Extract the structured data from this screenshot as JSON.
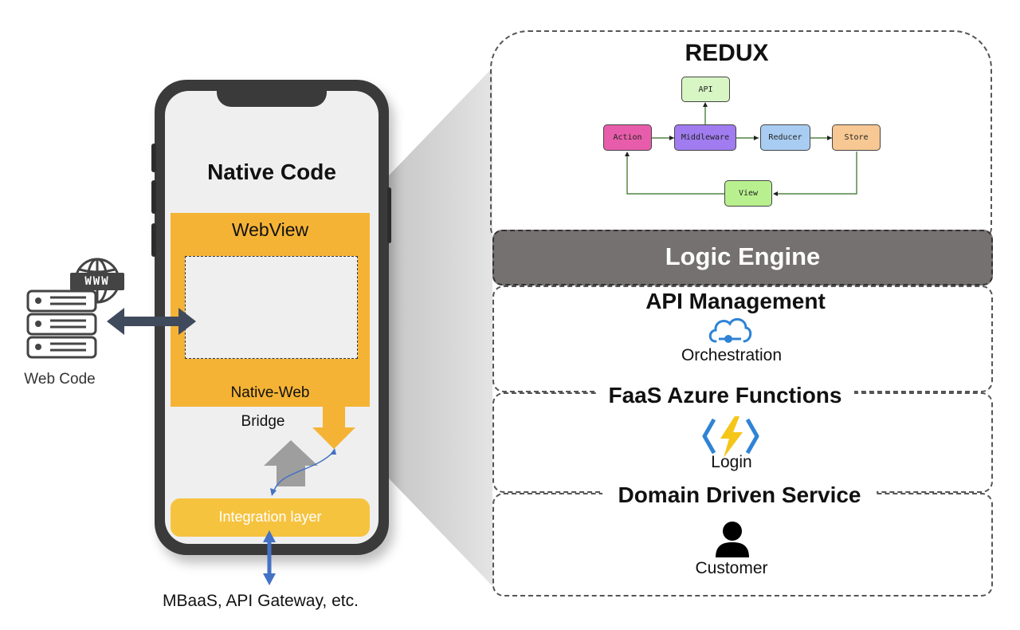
{
  "phone": {
    "native_code_label": "Native Code",
    "webview_label": "WebView",
    "native_web_label": "Native-Web",
    "bridge_label": "Bridge",
    "integration_label": "Integration layer",
    "bottom_label": "MBaaS, API Gateway, etc."
  },
  "web_code": {
    "label": "Web Code",
    "badge": "WWW"
  },
  "redux": {
    "title": "REDUX",
    "nodes": {
      "api": "API",
      "action": "Action",
      "middleware": "Middleware",
      "reducer": "Reducer",
      "store": "Store",
      "view": "View"
    },
    "colors": {
      "api": "#d8f5c4",
      "action": "#e85dab",
      "middleware": "#a07cf0",
      "reducer": "#a9cdf2",
      "store": "#f7c893",
      "view": "#b9f08f"
    }
  },
  "layers": {
    "logic_engine": "Logic Engine",
    "api_management": "API Management",
    "orchestration": "Orchestration",
    "faas": "FaaS Azure Functions",
    "login": "Login",
    "domain": "Domain Driven Service",
    "customer": "Customer"
  },
  "colors": {
    "webview_orange": "#f5b335",
    "integration_yellow": "#f6c33f",
    "logic_engine_gray": "#757170",
    "arrow_slate": "#3f4a5c",
    "bridge_blue": "#4472c4",
    "azure_blue": "#2f83d6",
    "bolt_yellow": "#f5c518"
  }
}
